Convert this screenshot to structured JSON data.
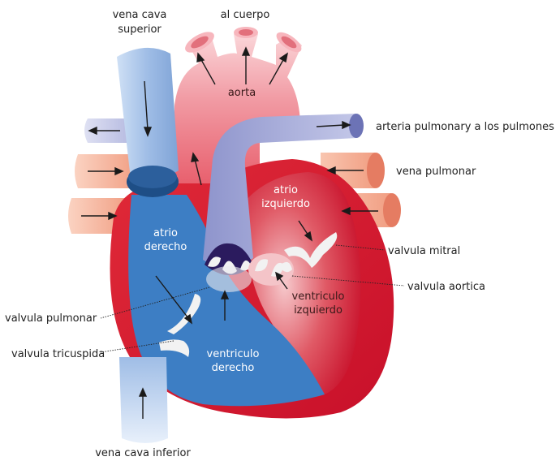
{
  "labels": {
    "svc_line1": "vena cava",
    "svc_line2": "superior",
    "to_body": "al cuerpo",
    "aorta": "aorta",
    "pulmonary_artery": "arteria pulmonary a los pulmones",
    "pulmonary_vein": "vena pulmonar",
    "left_atrium_line1": "atrio",
    "left_atrium_line2": "izquierdo",
    "right_atrium_line1": "atrio",
    "right_atrium_line2": "derecho",
    "mitral_valve": "valvula mitral",
    "aortic_valve": "valvula aortica",
    "left_ventricle_line1": "ventriculo",
    "left_ventricle_line2": "izquierdo",
    "pulmonary_valve": "valvula pulmonar",
    "tricuspid_valve": "valvula tricuspida",
    "right_ventricle_line1": "ventriculo",
    "right_ventricle_line2": "derecho",
    "ivc": "vena cava inferior"
  },
  "colors": {
    "oxygenated_red": "#d8202e",
    "deoxygenated_blue": "#3d7ec4",
    "vein_light_blue": "#a9c6ea",
    "pulmonary_artery_lavender": "#aeb3db",
    "pulmonary_vein_salmon": "#f4a98c",
    "aorta_pink": "#ee8e98",
    "valve_white": "#f2f2f2"
  }
}
